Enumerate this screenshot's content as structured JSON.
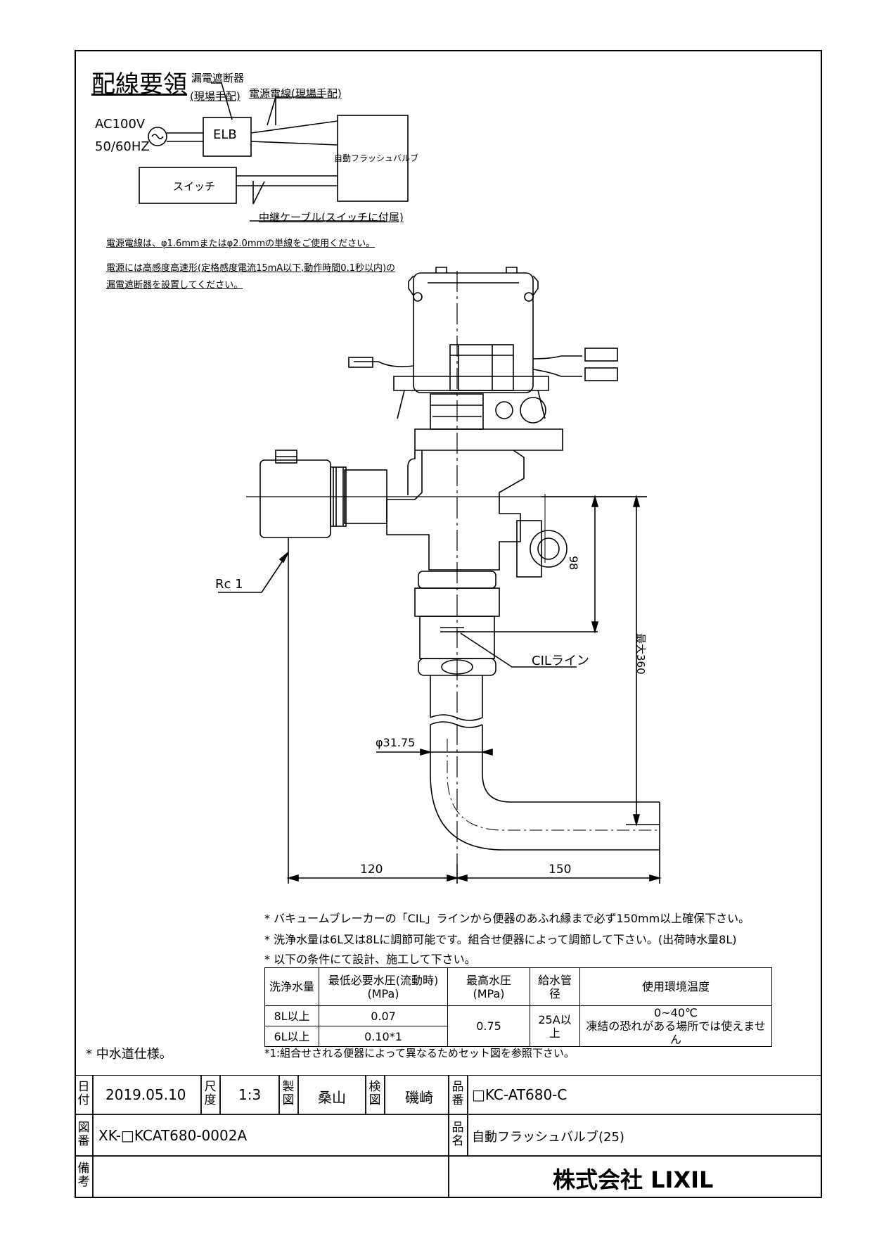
{
  "wiring": {
    "title": "配線要領",
    "elcb_label": "漏電遮断器",
    "elcb_sub": "(現場手配)",
    "power_cable": "電源電線(現場手配)",
    "ac_voltage": "AC100V",
    "ac_freq": "50/60HZ",
    "elb": "ELB",
    "valve_box": "自動フラッシュバルブ",
    "switch_box": "スイッチ",
    "relay_cable": "中継ケーブル(スイッチに付属)",
    "note1": "電源電線は、φ1.6mmまたはφ2.0mmの単線をご使用ください。",
    "note2": "電源には高感度高速形(定格感度電流15mA以下,動作時間0.1秒以内)の",
    "note3": "漏電遮断器を設置してください。"
  },
  "drawing": {
    "rc": "Rc 1",
    "dim_98": "98",
    "dim_360": "最大360",
    "cil": "CILライン",
    "phi": "φ31.75",
    "dim_120": "120",
    "dim_150": "150"
  },
  "notes": {
    "n1": "* バキュームブレーカーの「CIL」ラインから便器のあふれ縁まで必ず150mm以上確保下さい。",
    "n2": "* 洗浄水量は6L又は8Lに調節可能です。組合せ便器によって調節して下さい。(出荷時水量8L)",
    "n3": "* 以下の条件にて設計、施工して下さい。",
    "footnote": "*1:組合せされる便器によって異なるためセット図を参照下さい。",
    "chusui": "* 中水道仕様。"
  },
  "spec_table": {
    "headers": [
      "洗浄水量",
      "最低必要水圧(流動時)",
      "(MPa)",
      "最高水圧",
      "(MPa)",
      "給水管径",
      "使用環境温度"
    ],
    "row1": {
      "vol": "8L以上",
      "min_p": "0.07"
    },
    "row2": {
      "vol": "6L以上",
      "min_p": "0.10*1"
    },
    "max_p": "0.75",
    "pipe": "25A以上",
    "temp": "0~40℃",
    "temp_note": "凍結の恐れがある場所では使えません"
  },
  "title_block": {
    "date_label": [
      "日",
      "付"
    ],
    "date": "2019.05.10",
    "scale_label": [
      "尺",
      "度"
    ],
    "scale": "1:3",
    "drawn_label": [
      "製",
      "図"
    ],
    "drawn": "桑山",
    "checked_label": [
      "検",
      "図"
    ],
    "checked": "磯崎",
    "partno_label": [
      "品",
      "番"
    ],
    "partno": "□KC-AT680-C",
    "drawno_label": [
      "図",
      "番"
    ],
    "drawno": "XK-□KCAT680-0002A",
    "name_label": [
      "品",
      "名"
    ],
    "name": "自動フラッシュバルブ(25)",
    "remarks_label": [
      "備",
      "考"
    ],
    "company": "株式会社 LIXIL"
  }
}
